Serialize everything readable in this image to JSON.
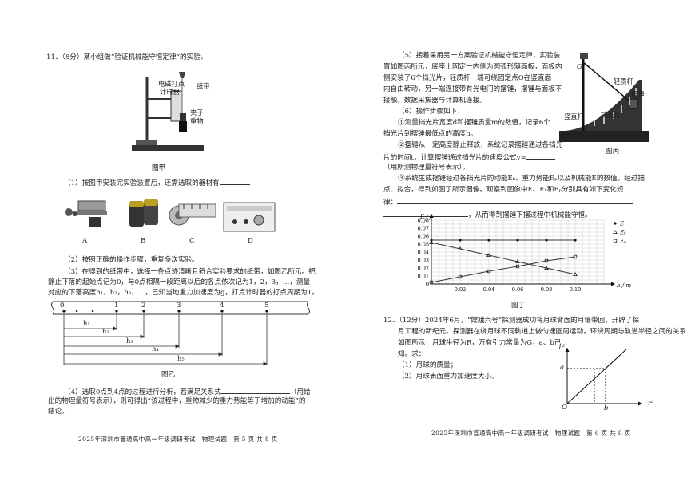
{
  "left_page": {
    "q11_title": "11．（8分）某小组做“验证机械能守恒定律”的实验。",
    "fig_a": {
      "label_timer": "电磁打点",
      "label_timer2": "计时器",
      "label_tape": "纸带",
      "label_clip": "夹子",
      "label_weight": "重物",
      "caption": "图甲"
    },
    "q1": "（1）按图甲安装完实验装置后，还需选取的器材有",
    "options": [
      "A",
      "B",
      "C",
      "D"
    ],
    "q2": "（2）按照正确的操作步骤，重复多次实验。",
    "q3_l1": "（3）在得到的纸带中，选择一条点迹清晰且符合实验要求的纸带，如图乙所示。把",
    "q3_l2": "静止下落的起始点记为0，与0点相隔一段距离以后的各点依次记为1，2，3，…，测量",
    "q3_l3": "对应的下落高度h₁，h₂，h₃，…，已知当地重力加速度为g，打点计时器的打点周期为T。",
    "tape": {
      "points": [
        "0",
        "1",
        "2",
        "3",
        "4",
        "5"
      ],
      "heights": [
        "h₁",
        "h₂",
        "h₃",
        "h₄",
        "h₅"
      ],
      "caption": "图乙"
    },
    "q4_l1a": "（4）选取0点到4点的过程进行分析，若满足关系式",
    "q4_l1b": "（用给",
    "q4_l2": "出的物理量符号表示），则可得出“该过程中，重物减少的重力势能等于增加的动能”的",
    "q4_l3": "结论。",
    "footer": "2025年深圳市普通高中高一年级调研考试　物理试题　第 5 页 共 8 页"
  },
  "right_page": {
    "q5_l1": "（5）接着采用另一方案验证机械能守恒定律，实验装",
    "q5_l2": "置如图丙所示，底座上固定一内侧为圆弧形薄面板，面板内",
    "q5_l3": "侧安装了6个挡光片，轻质杆一端可绕固定点O在竖直面",
    "q5_l4": "内自由转动，另一端连接带有光电门的摆锤，摆锤与面板不",
    "q5_l5": "接触。数据采集器与计算机连接。",
    "q6": "（6）操作步骤如下：",
    "s1_l1": "①测量挡光片宽度d和摆锤质量m的数值，记录6个",
    "s1_l2": "挡光片到摆锤最低点的高度h。",
    "s2_l1": "②摆锤从一定高度静止释放，系统记录摆锤通过各挡光",
    "s2_l2a": "片的时间t，计算摆锤通过挡光片的速度公式v=",
    "s2_l3": "（用所测物理量符号表示）。",
    "s3_l1": "③系统生成摆锤经过各挡光片的动能Eₖ、重力势能Eₚ以及机械能E的数值，经过描",
    "s3_l2": "点、拟合，得到如图丁所示图像。观察到图像中E、Eₖ和Eₚ分别具有如下变化规",
    "s3_l3": "律：",
    "s3_l4": "，从而得到摆锤下摆过程中机械能守恒。",
    "fig_c": {
      "O": "O",
      "rod": "轻质杆",
      "pendulum": "摆锤",
      "pole": "竖直杆",
      "shades": "挡光片",
      "caption": "图丙"
    },
    "q12_l1": "12．（12分）2024年6月，“嫦娥六号”探测器成功将月球背面的月壤带回，开辟了探",
    "q12_l2": "月工程的新纪元。探测器在绕月球不同轨道上做匀速圆周运动，环绕周期与轨道半径之间的关系",
    "q12_l3": "如图所示，月球半径为R，万有引力常量为G，a、b已",
    "q12_l4": "知。求：",
    "q12_p1": "（1）月球的质量；",
    "q12_p2": "（2）月球表面重力加速度大小。",
    "t2": {
      "ylabel": "T²",
      "xlabel": "r³",
      "a": "a",
      "b": "b",
      "O": "O"
    },
    "footer": "2025年深圳市普通高中高一年级调研考试　物理试题　第 6 页 共 8 页"
  },
  "chart_data": {
    "type": "line",
    "title": "",
    "ylabel": "E / J",
    "xlabel": "h / m",
    "caption": "图丁",
    "xlim": [
      0,
      0.12
    ],
    "ylim": [
      0,
      0.08
    ],
    "xticks": [
      "0",
      "0.02",
      "0.04",
      "0.06",
      "0.08",
      "0.10"
    ],
    "yticks": [
      "0",
      "0.01",
      "0.02",
      "0.03",
      "0.04",
      "0.05",
      "0.06",
      "0.07",
      "0.08"
    ],
    "grid": true,
    "legend_position": "top-right",
    "x": [
      0,
      0.02,
      0.04,
      0.06,
      0.08,
      0.1
    ],
    "series": [
      {
        "name": "E",
        "marker": "dot",
        "values": [
          0.055,
          0.055,
          0.055,
          0.055,
          0.055,
          0.055
        ]
      },
      {
        "name": "Eₖ",
        "marker": "triangle",
        "values": [
          0.052,
          0.044,
          0.036,
          0.028,
          0.02,
          0.012
        ]
      },
      {
        "name": "Eₚ",
        "marker": "square",
        "values": [
          0.002,
          0.009,
          0.016,
          0.022,
          0.029,
          0.034
        ]
      }
    ]
  }
}
